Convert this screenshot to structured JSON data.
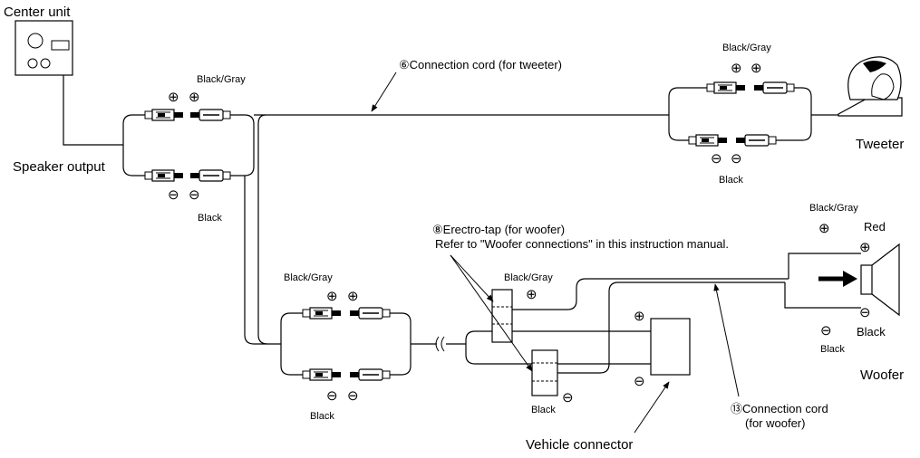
{
  "labels": {
    "center_unit": "Center unit",
    "speaker_output": "Speaker output",
    "tweeter": "Tweeter",
    "woofer": "Woofer",
    "vehicle_connector": "Vehicle connector",
    "cord_tweeter": "⑥Connection cord (for tweeter)",
    "etap_line1": "⑧Erectro-tap (for woofer)",
    "etap_line2": "Refer to \"Woofer connections\" in this instruction manual.",
    "cord_woofer_line1": "⑬Connection cord",
    "cord_woofer_line2": "(for woofer)",
    "red": "Red",
    "black": "Black",
    "black_gray": "Black/Gray",
    "plus": "⊕",
    "minus": "⊖"
  }
}
